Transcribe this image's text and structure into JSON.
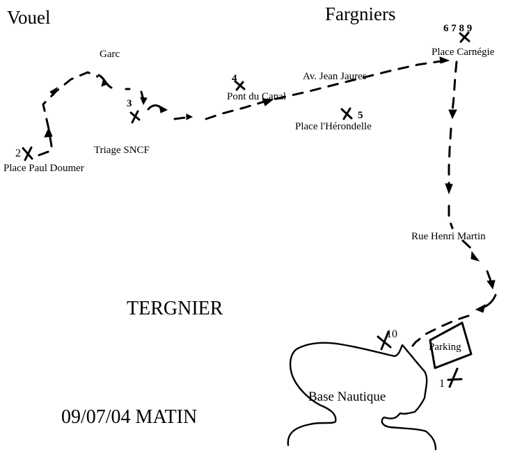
{
  "towns": {
    "vouel": "Vouel",
    "fargniers": "Fargniers",
    "tergnier": "TERGNIER"
  },
  "caption": "09/07/04 MATIN",
  "places": {
    "gare": "Garc",
    "triage": "Triage SNCF",
    "place_paul_doumer": "Place Paul Doumer",
    "pont_du_canal": "Pont du Canal",
    "av_jean_jaures": "Av. Jean Jaures",
    "place_herondelle": "Place l'Hérondelle",
    "place_carnegie": "Place Carnégie",
    "rue_henri_martin": "Rue Henri Martin",
    "parking": "Parking",
    "base_nautique": "Base Nautique"
  },
  "stops": {
    "s1": "1",
    "s2": "2",
    "s3": "3",
    "s4": "4",
    "s5": "5",
    "s6789": "6 7 8 9",
    "s10": "10"
  },
  "colors": {
    "ink": "#000000",
    "paper": "#ffffff"
  }
}
